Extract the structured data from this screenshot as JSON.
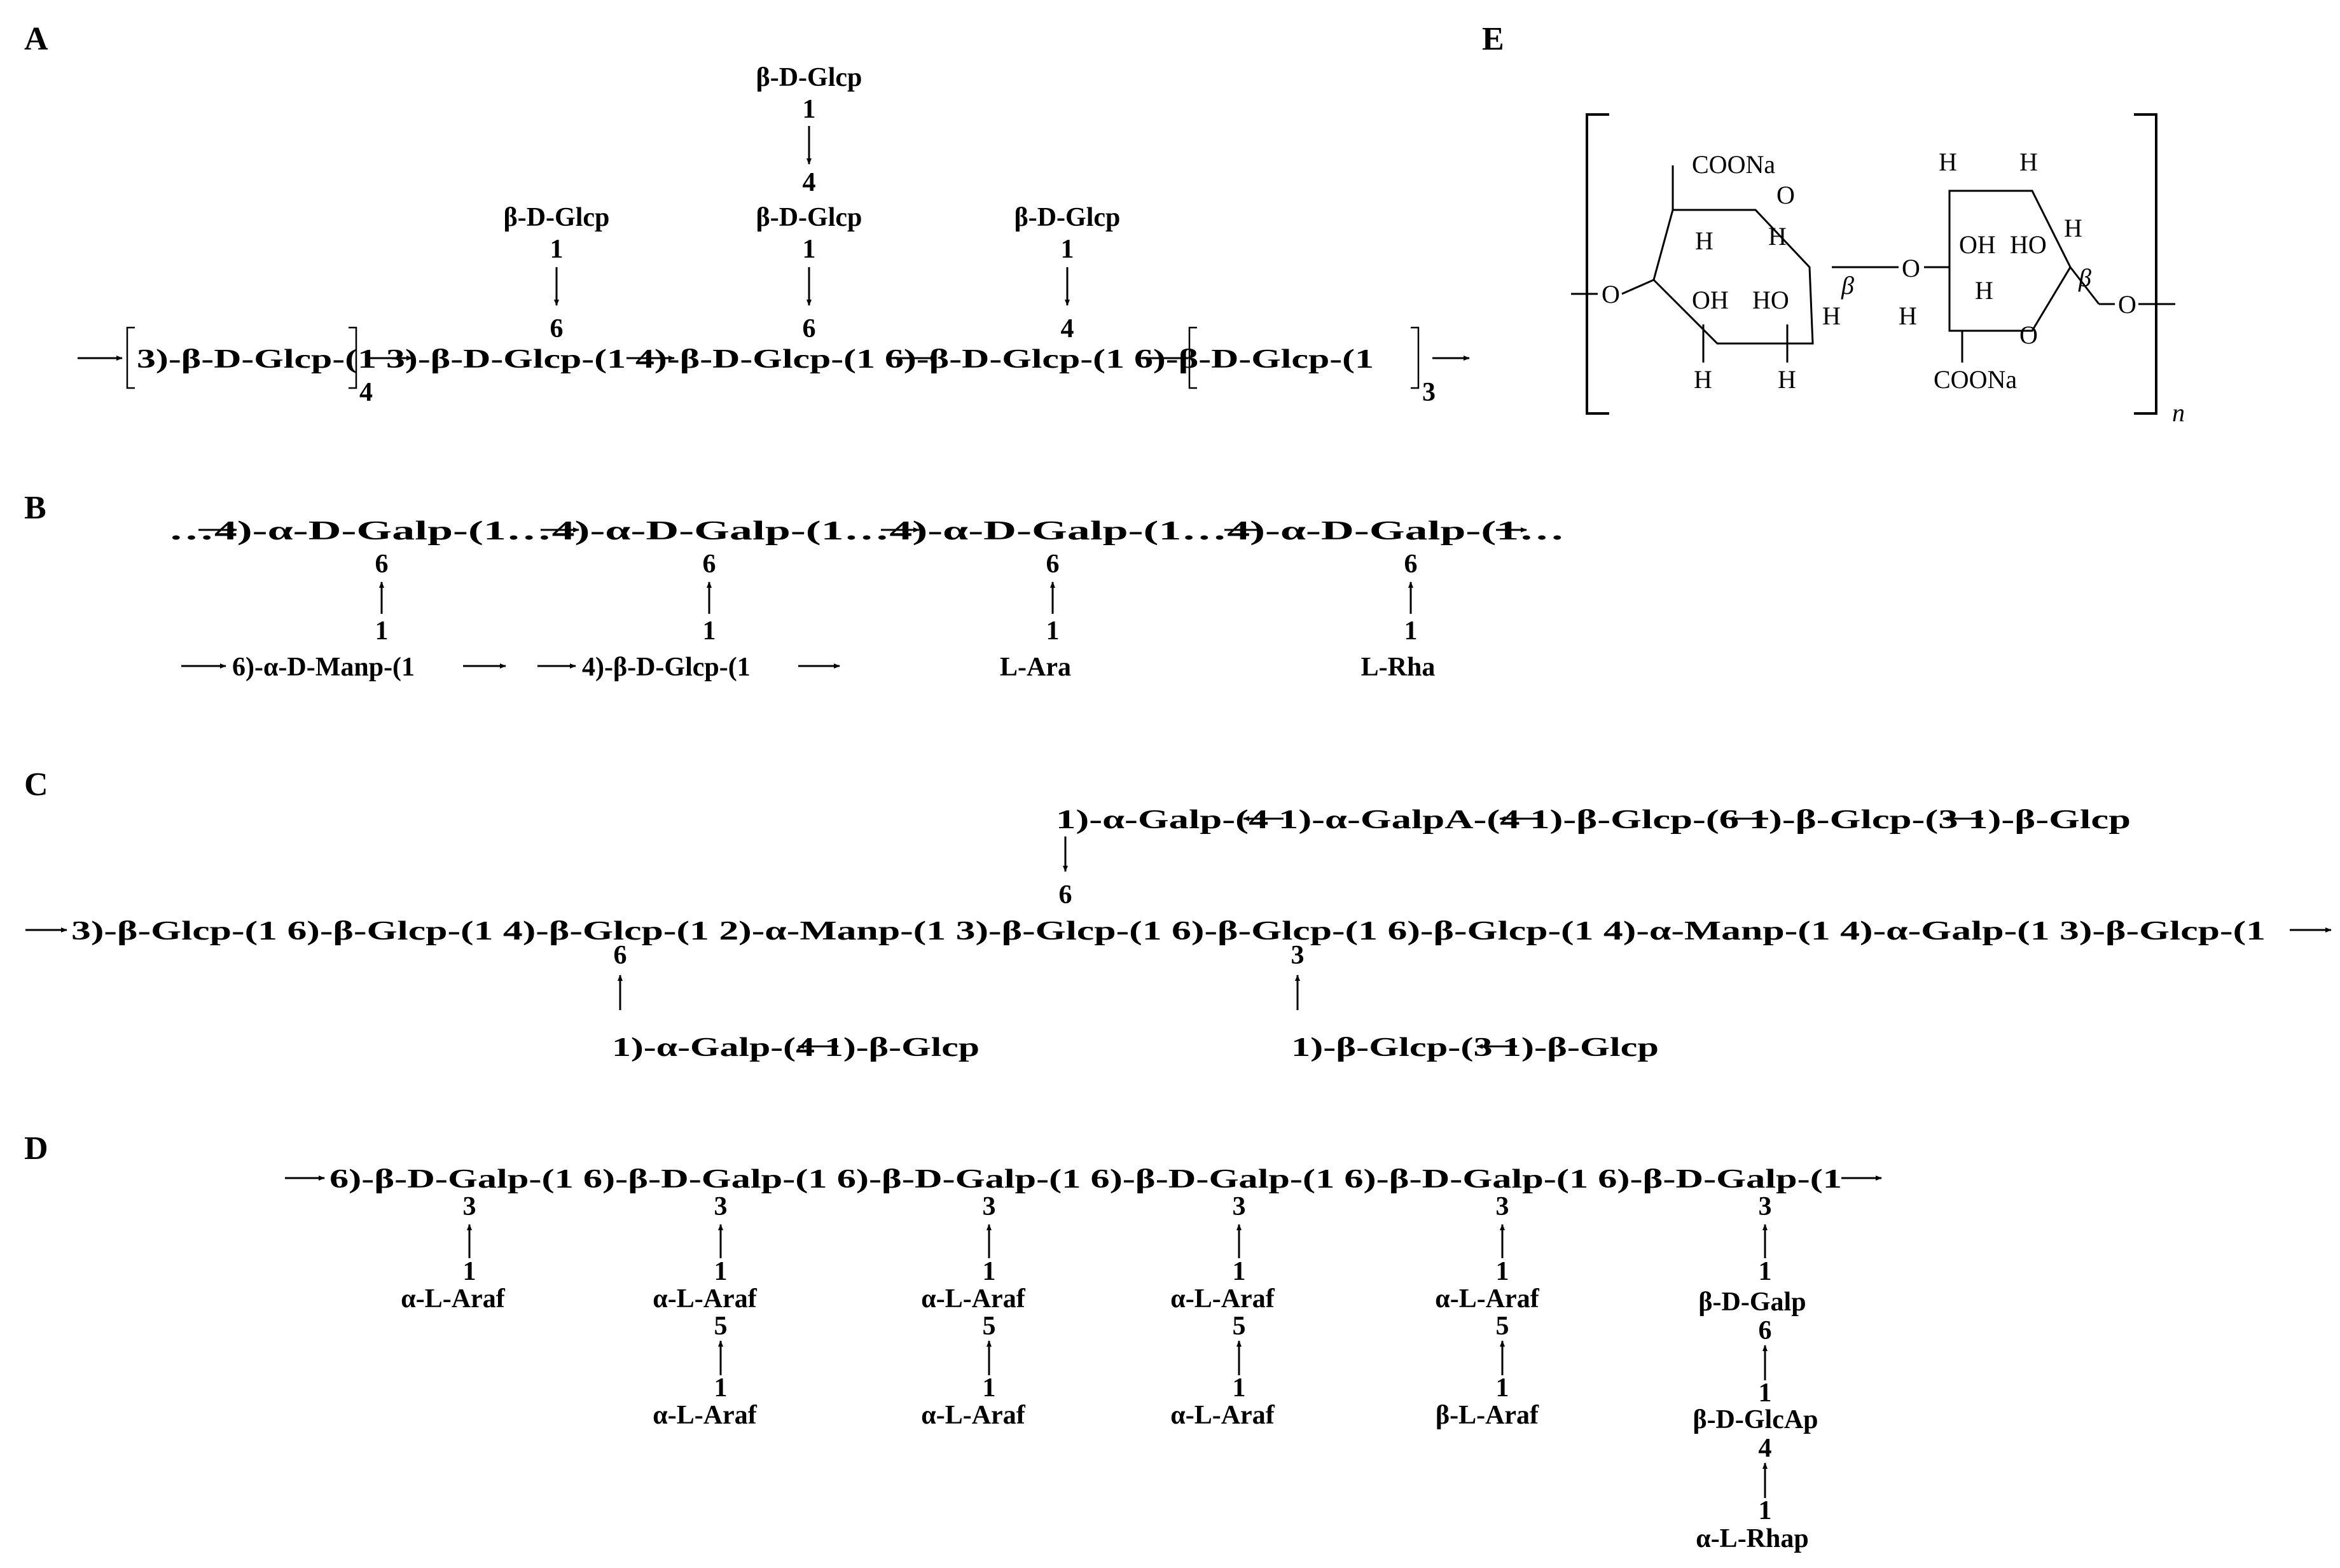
{
  "panels": {
    "A": "A",
    "B": "B",
    "C": "C",
    "D": "D",
    "E": "E"
  },
  "A": {
    "main": "3)-β-D-Glcp-(1  3)-β-D-Glcp-(1  4)-β-D-Glcp-(1  6)-β-D-Glcp-(1  6)-β-D-Glcp-(1",
    "sub_left": "4",
    "sub_right": "3",
    "branch1": "β-D-Glcp",
    "branch2_top": "β-D-Glcp",
    "branch2": "β-D-Glcp",
    "branch3": "β-D-Glcp",
    "num1": "1",
    "num4": "4",
    "num6": "6"
  },
  "B": {
    "main": "…4)-α-D-Galp-(1…4)-α-D-Galp-(1…4)-α-D-Galp-(1…4)-α-D-Galp-(1…",
    "side1": "6)-α-D-Manp-(1",
    "side2": "4)-β-D-Glcp-(1",
    "side3": "L-Ara",
    "side4": "L-Rha",
    "num1": "1",
    "num6": "6"
  },
  "C": {
    "top": "1)-α-Galp-(4  1)-α-GalpA-(4  1)-β-Glcp-(6  1)-β-Glcp-(3  1)-β-Glcp",
    "main": "3)-β-Glcp-(1  6)-β-Glcp-(1  4)-β-Glcp-(1  2)-α-Manp-(1  3)-β-Glcp-(1  6)-β-Glcp-(1  6)-β-Glcp-(1  4)-α-Manp-(1  4)-α-Galp-(1  3)-β-Glcp-(1",
    "bottom1": "1)-α-Galp-(4  1)-β-Glcp",
    "bottom2": "1)-β-Glcp-(3  1)-β-Glcp",
    "num3": "3",
    "num6": "6"
  },
  "D": {
    "main": "6)-β-D-Galp-(1  6)-β-D-Galp-(1  6)-β-D-Galp-(1  6)-β-D-Galp-(1  6)-β-D-Galp-(1  6)-β-D-Galp-(1",
    "araf_a": "α-L-Araf",
    "araf_b": "β-L-Araf",
    "galp": "β-D-Galp",
    "glcap": "β-D-GlcAp",
    "rhap": "α-L-Rhap",
    "num1": "1",
    "num3": "3",
    "num4": "4",
    "num5": "5",
    "num6": "6"
  },
  "E": {
    "coona": "COONa",
    "o": "O",
    "h": "H",
    "oh": "OH",
    "ho": "HO",
    "beta": "β",
    "n": "n"
  }
}
